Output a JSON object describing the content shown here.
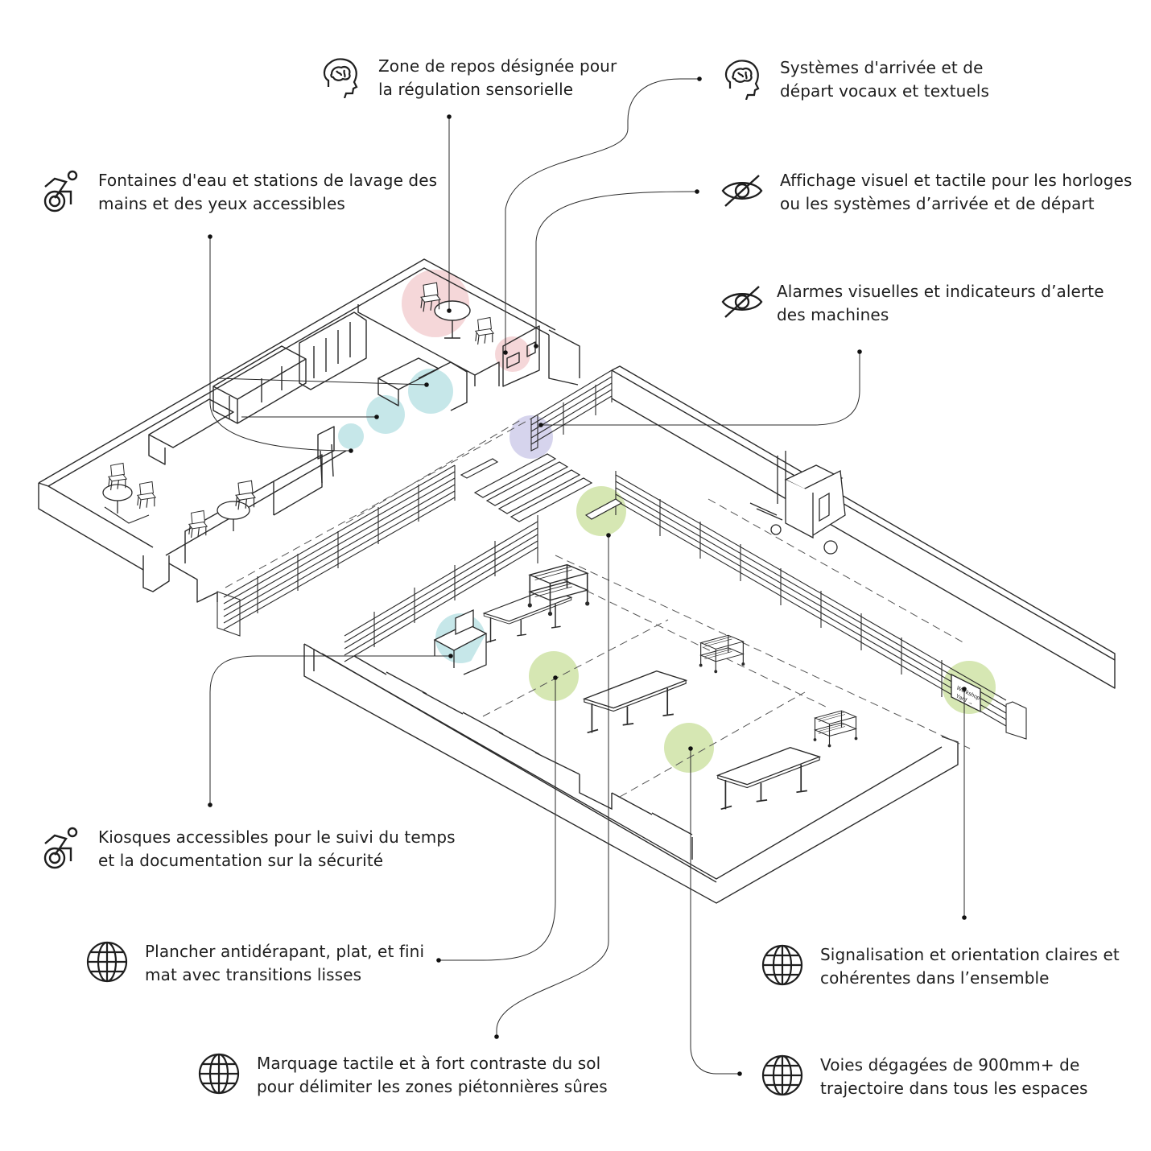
{
  "callouts": {
    "sensory_zone": {
      "icon": "brain-icon",
      "lines": [
        "Zone de repos désignée pour",
        "la régulation sensorielle"
      ]
    },
    "announcements": {
      "icon": "brain-icon",
      "lines": [
        "Systèmes d'arrivée et de",
        "départ vocaux et textuels"
      ]
    },
    "fountains": {
      "icon": "wheelchair-icon",
      "lines": [
        "Fontaines d'eau et stations de lavage des",
        "mains et des yeux accessibles"
      ]
    },
    "visual_display": {
      "icon": "eye-slash-icon",
      "lines": [
        "Affichage visuel et tactile pour les horloges",
        "ou les systèmes d’arrivée et de départ"
      ]
    },
    "alarms": {
      "icon": "eye-slash-icon",
      "lines": [
        "Alarmes visuelles et indicateurs d’alerte",
        "des machines"
      ]
    },
    "kiosks": {
      "icon": "wheelchair-icon",
      "lines": [
        "Kiosques accessibles pour le suivi du temps",
        "et la documentation sur la sécurité"
      ]
    },
    "flooring": {
      "icon": "globe-icon",
      "lines": [
        "Plancher antidérapant, plat, et fini",
        "mat avec transitions lisses"
      ]
    },
    "signage": {
      "icon": "globe-icon",
      "lines": [
        "Signalisation et orientation claires et",
        "cohérentes dans l’ensemble"
      ]
    },
    "floor_marking": {
      "icon": "globe-icon",
      "lines": [
        "Marquage tactile et à fort contraste du sol",
        "pour délimiter les zones piétonnières sûres"
      ]
    },
    "clear_paths": {
      "icon": "globe-icon",
      "lines": [
        "Voies dégagées de 900mm+ de",
        "trajectoire dans tous les espaces"
      ]
    }
  },
  "scene_labels": {
    "workshop_sign": [
      "Workshop",
      "Yard →"
    ]
  },
  "colors": {
    "neurodivergent": "#f2c9cc",
    "physical": "#b3dfe1",
    "sensory": "#cfcdea",
    "universal": "#cfe3a6",
    "line": "#2a2a2a"
  }
}
